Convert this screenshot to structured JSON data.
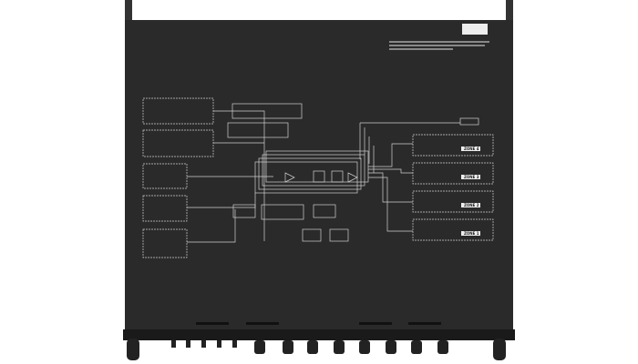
{
  "product": "amplifier-top-view",
  "colors": {
    "chassis": "#2a2a2a",
    "diagram_lines": "#cfcfcf",
    "background": "#ffffff"
  },
  "zones": [
    {
      "label": "ZONE 4"
    },
    {
      "label": "ZONE 3"
    },
    {
      "label": "ZONE 2"
    },
    {
      "label": "ZONE 1"
    }
  ]
}
